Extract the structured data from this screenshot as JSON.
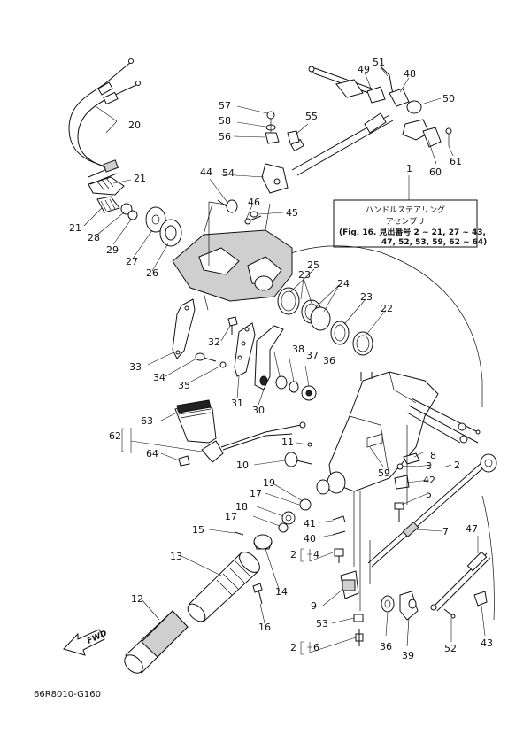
{
  "callout_box": {
    "ref": "1",
    "line1": "ハンドルステアリング",
    "line2": "アセンブリ",
    "line3": "(Fig. 16. 見出番号 2 ~ 21, 27 ~ 43,",
    "line4": "47, 52, 53, 59, 62 ~ 64)"
  },
  "diagram_code": "66R8010-G160",
  "fwd_label": "FWD",
  "callouts": [
    {
      "id": "n1",
      "text": "1"
    },
    {
      "id": "n2a",
      "text": "2"
    },
    {
      "id": "n2b",
      "text": "2"
    },
    {
      "id": "n2c",
      "text": "2"
    },
    {
      "id": "n3",
      "text": "3"
    },
    {
      "id": "n4",
      "text": "4"
    },
    {
      "id": "n5",
      "text": "5"
    },
    {
      "id": "n6",
      "text": "6"
    },
    {
      "id": "n7",
      "text": "7"
    },
    {
      "id": "n8",
      "text": "8"
    },
    {
      "id": "n9",
      "text": "9"
    },
    {
      "id": "n10",
      "text": "10"
    },
    {
      "id": "n11",
      "text": "11"
    },
    {
      "id": "n12",
      "text": "12"
    },
    {
      "id": "n13",
      "text": "13"
    },
    {
      "id": "n14",
      "text": "14"
    },
    {
      "id": "n15",
      "text": "15"
    },
    {
      "id": "n16",
      "text": "16"
    },
    {
      "id": "n17a",
      "text": "17"
    },
    {
      "id": "n17b",
      "text": "17"
    },
    {
      "id": "n18",
      "text": "18"
    },
    {
      "id": "n19",
      "text": "19"
    },
    {
      "id": "n20",
      "text": "20"
    },
    {
      "id": "n21a",
      "text": "21"
    },
    {
      "id": "n21b",
      "text": "21"
    },
    {
      "id": "n22",
      "text": "22"
    },
    {
      "id": "n23a",
      "text": "23"
    },
    {
      "id": "n23b",
      "text": "23"
    },
    {
      "id": "n24",
      "text": "24"
    },
    {
      "id": "n25",
      "text": "25"
    },
    {
      "id": "n26",
      "text": "26"
    },
    {
      "id": "n27",
      "text": "27"
    },
    {
      "id": "n28",
      "text": "28"
    },
    {
      "id": "n29",
      "text": "29"
    },
    {
      "id": "n30",
      "text": "30"
    },
    {
      "id": "n31",
      "text": "31"
    },
    {
      "id": "n32",
      "text": "32"
    },
    {
      "id": "n33",
      "text": "33"
    },
    {
      "id": "n34",
      "text": "34"
    },
    {
      "id": "n35",
      "text": "35"
    },
    {
      "id": "n36a",
      "text": "36"
    },
    {
      "id": "n36b",
      "text": "36"
    },
    {
      "id": "n37",
      "text": "37"
    },
    {
      "id": "n38",
      "text": "38"
    },
    {
      "id": "n39",
      "text": "39"
    },
    {
      "id": "n40",
      "text": "40"
    },
    {
      "id": "n41",
      "text": "41"
    },
    {
      "id": "n42",
      "text": "42"
    },
    {
      "id": "n43",
      "text": "43"
    },
    {
      "id": "n44",
      "text": "44"
    },
    {
      "id": "n45",
      "text": "45"
    },
    {
      "id": "n46",
      "text": "46"
    },
    {
      "id": "n47",
      "text": "47"
    },
    {
      "id": "n48",
      "text": "48"
    },
    {
      "id": "n49",
      "text": "49"
    },
    {
      "id": "n50",
      "text": "50"
    },
    {
      "id": "n51",
      "text": "51"
    },
    {
      "id": "n52",
      "text": "52"
    },
    {
      "id": "n53",
      "text": "53"
    },
    {
      "id": "n54",
      "text": "54"
    },
    {
      "id": "n55",
      "text": "55"
    },
    {
      "id": "n56",
      "text": "56"
    },
    {
      "id": "n57",
      "text": "57"
    },
    {
      "id": "n58",
      "text": "58"
    },
    {
      "id": "n59",
      "text": "59"
    },
    {
      "id": "n60",
      "text": "60"
    },
    {
      "id": "n61",
      "text": "61"
    },
    {
      "id": "n62",
      "text": "62"
    },
    {
      "id": "n63",
      "text": "63"
    },
    {
      "id": "n64",
      "text": "64"
    }
  ]
}
